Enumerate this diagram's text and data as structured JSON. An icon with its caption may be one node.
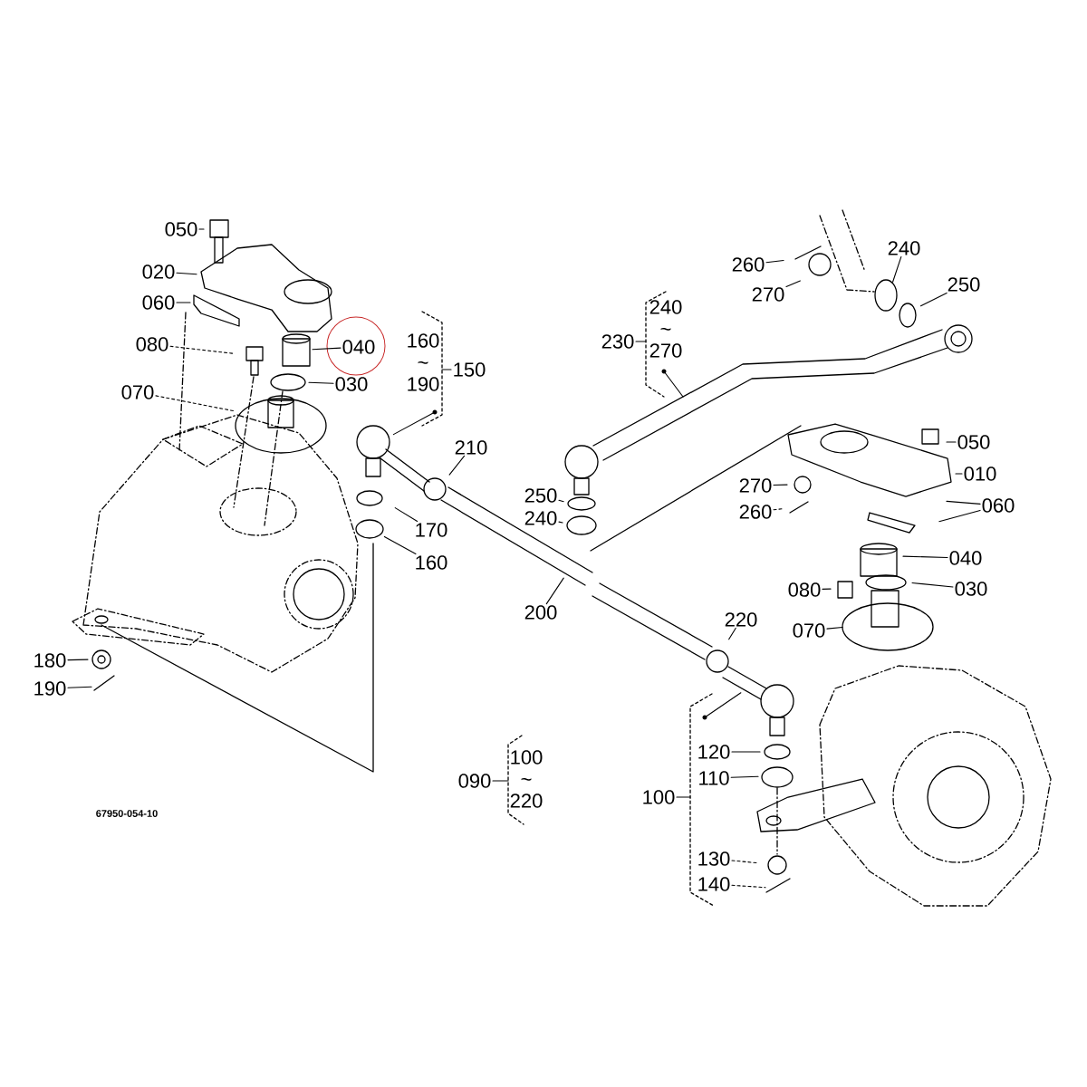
{
  "diagram": {
    "nodes": [
      {
        "text": [
          "050"
        ]
      },
      {
        "text": [
          "020"
        ]
      },
      {
        "text": [
          "060"
        ]
      },
      {
        "text": [
          "080"
        ]
      },
      {
        "text": [
          "040"
        ]
      },
      {
        "text": [
          "030"
        ]
      },
      {
        "text": [
          "070"
        ]
      },
      {
        "text": [
          "160 ~ 190"
        ]
      },
      {
        "text": [
          "150"
        ]
      },
      {
        "text": [
          "210"
        ]
      },
      {
        "text": [
          "170"
        ]
      },
      {
        "text": [
          "160"
        ]
      },
      {
        "text": [
          "180"
        ]
      },
      {
        "text": [
          "190"
        ]
      },
      {
        "text": [
          "200"
        ]
      },
      {
        "text": [
          "090"
        ]
      },
      {
        "text": [
          "100 ~ 220"
        ]
      },
      {
        "text": [
          "100"
        ]
      },
      {
        "text": [
          "120"
        ]
      },
      {
        "text": [
          "110"
        ]
      },
      {
        "text": [
          "130"
        ]
      },
      {
        "text": [
          "140"
        ]
      },
      {
        "text": [
          "220"
        ]
      },
      {
        "text": [
          "260"
        ]
      },
      {
        "text": [
          "270"
        ]
      },
      {
        "text": [
          "240"
        ]
      },
      {
        "text": [
          "250"
        ]
      },
      {
        "text": [
          "240 ~ 270"
        ]
      },
      {
        "text": [
          "230"
        ]
      },
      {
        "text": [
          "250"
        ]
      },
      {
        "text": [
          "240"
        ]
      },
      {
        "text": [
          "270"
        ]
      },
      {
        "text": [
          "260"
        ]
      },
      {
        "text": [
          "050"
        ]
      },
      {
        "text": [
          "010"
        ]
      },
      {
        "text": [
          "060"
        ]
      },
      {
        "text": [
          "040"
        ]
      },
      {
        "text": [
          "030"
        ]
      },
      {
        "text": [
          "080"
        ]
      },
      {
        "text": [
          "070"
        ]
      },
      {
        "text": [],
        "shape": "bracket"
      }
    ],
    "edges": [
      {
        "from": 0,
        "to": null,
        "arrow": "none"
      },
      {
        "from": 1,
        "to": null,
        "arrow": "none"
      },
      {
        "from": 2,
        "to": null,
        "arrow": "none"
      },
      {
        "from": 3,
        "to": null,
        "arrow": "none",
        "style": "dashed"
      },
      {
        "from": 4,
        "to": null,
        "arrow": "none"
      },
      {
        "from": 5,
        "to": null,
        "arrow": "none"
      },
      {
        "from": 6,
        "to": null,
        "arrow": "none",
        "style": "dashed"
      },
      {
        "from": 8,
        "to": 7,
        "arrow": "none"
      },
      {
        "from": 7,
        "to": null,
        "arrow": "none"
      },
      {
        "from": 9,
        "to": null,
        "arrow": "none"
      },
      {
        "from": 10,
        "to": null,
        "arrow": "none"
      },
      {
        "from": 11,
        "to": null,
        "arrow": "none"
      },
      {
        "from": 12,
        "to": null,
        "arrow": "none"
      },
      {
        "from": 13,
        "to": null,
        "arrow": "none"
      },
      {
        "from": 14,
        "to": null,
        "arrow": "none"
      },
      {
        "from": 15,
        "to": 16,
        "arrow": "none"
      },
      {
        "from": 17,
        "to": 40,
        "arrow": "none"
      },
      {
        "from": 40,
        "to": null,
        "arrow": "none"
      },
      {
        "from": 18,
        "to": null,
        "arrow": "none"
      },
      {
        "from": 19,
        "to": null,
        "arrow": "none"
      },
      {
        "from": 20,
        "to": null,
        "arrow": "none",
        "style": "dashed"
      },
      {
        "from": 21,
        "to": null,
        "arrow": "none",
        "style": "dashed"
      },
      {
        "from": 22,
        "to": null,
        "arrow": "none"
      },
      {
        "from": 23,
        "to": null,
        "arrow": "none"
      },
      {
        "from": 24,
        "to": null,
        "arrow": "none"
      },
      {
        "from": 25,
        "to": null,
        "arrow": "none"
      },
      {
        "from": 26,
        "to": null,
        "arrow": "none"
      },
      {
        "from": 28,
        "to": 27,
        "arrow": "none"
      },
      {
        "from": 27,
        "to": null,
        "arrow": "none"
      },
      {
        "from": 29,
        "to": null,
        "arrow": "none"
      },
      {
        "from": 30,
        "to": null,
        "arrow": "none"
      },
      {
        "from": 31,
        "to": null,
        "arrow": "none"
      },
      {
        "from": 32,
        "to": null,
        "arrow": "none",
        "style": "dashed"
      },
      {
        "from": 33,
        "to": null,
        "arrow": "none"
      },
      {
        "from": 34,
        "to": null,
        "arrow": "none"
      },
      {
        "from": 35,
        "to": null,
        "arrow": "none"
      },
      {
        "from": 35,
        "to": null,
        "arrow": "none"
      },
      {
        "from": 36,
        "to": null,
        "arrow": "none"
      },
      {
        "from": 37,
        "to": null,
        "arrow": "none"
      },
      {
        "from": 38,
        "to": null,
        "arrow": "none"
      },
      {
        "from": 39,
        "to": null,
        "arrow": "none"
      }
    ],
    "labels": [
      "67950-054-10"
    ]
  }
}
